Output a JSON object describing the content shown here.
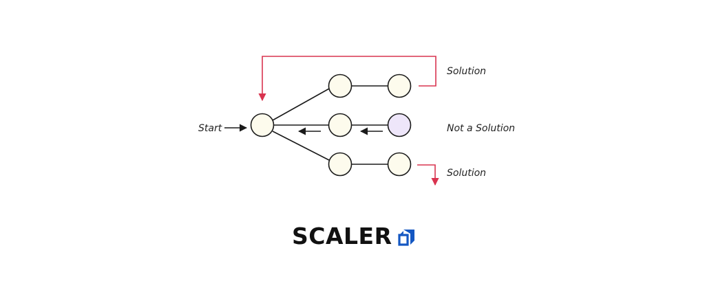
{
  "labels": {
    "start": "Start",
    "solution_top": "Solution",
    "not_solution": "Not a Solution",
    "solution_bottom": "Solution"
  },
  "logo": {
    "text": "SCALER"
  },
  "colors": {
    "node_fill": "#fdfbed",
    "node_stroke": "#1a1a1a",
    "dead_end_fill": "#eee6fa",
    "edge": "#1a1a1a",
    "solution_path": "#d9334f",
    "logo_text": "#111111",
    "logo_mark": "#1457c2"
  }
}
